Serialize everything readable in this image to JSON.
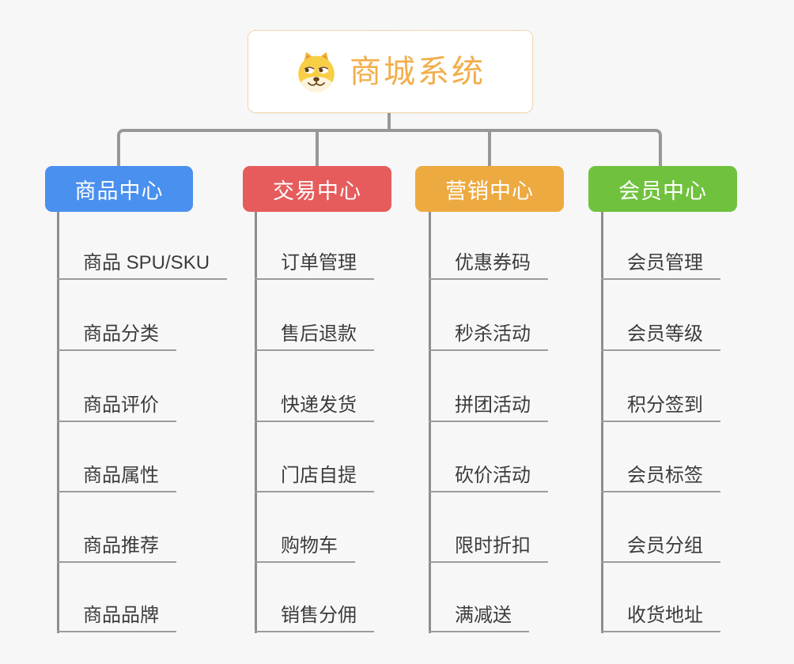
{
  "root": {
    "title": "商城系统",
    "title_color": "#f2ae4b",
    "border_color": "#e9ab53",
    "icon": "dog-face-icon"
  },
  "connector_color": "#989898",
  "item_text_color": "#3b3b3b",
  "branches": [
    {
      "label": "商品中心",
      "color": "#4a90ee",
      "items": [
        "商品 SPU/SKU",
        "商品分类",
        "商品评价",
        "商品属性",
        "商品推荐",
        "商品品牌"
      ]
    },
    {
      "label": "交易中心",
      "color": "#e65c5c",
      "items": [
        "订单管理",
        "售后退款",
        "快递发货",
        "门店自提",
        "购物车",
        "销售分佣"
      ]
    },
    {
      "label": "营销中心",
      "color": "#edaa40",
      "items": [
        "优惠券码",
        "秒杀活动",
        "拼团活动",
        "砍价活动",
        "限时折扣",
        "满减送"
      ]
    },
    {
      "label": "会员中心",
      "color": "#70c23e",
      "items": [
        "会员管理",
        "会员等级",
        "积分签到",
        "会员标签",
        "会员分组",
        "收货地址"
      ]
    }
  ]
}
